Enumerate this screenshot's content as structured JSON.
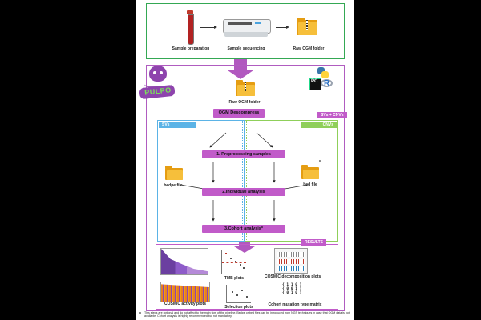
{
  "top_panel": {
    "sample_preparation": "Sample preparation",
    "sample_sequencing": "Sample sequencing",
    "raw_ogm_folder": "Raw OGM folder"
  },
  "logo": {
    "text": "PULPO"
  },
  "pipeline": {
    "raw_ogm_folder": "Raw OGM folder",
    "ogm_decompress": "OGM Descompress",
    "svs_cnvs_tag": "SVs + CNVs",
    "svs_tag": "SVs",
    "cnvs_tag": "CNVs",
    "step1": "1. Preprocessing samples",
    "step2": "2.Individual analysis",
    "step3": "3.Cohort analysis*",
    "bedpe_file": "bedpe file",
    "bed_file": "bed file",
    "bed_asterisk": "*"
  },
  "results": {
    "tag": "RESULTS",
    "tmb_plots": "TMB plots",
    "cosmic_decomposition_plots": "COSMIC decomposition plots",
    "cosmic_activity_plots": "COSMIC activity plots",
    "selection_plots": "Selection plots",
    "cohort_mutation_type_matrix": "Cohort mutation type matrix",
    "matrix_glyph": "{ 1 1 0 }\n{ 0 0 1 }\n{ 0 1 0 }"
  },
  "footnote": {
    "marker": "*",
    "text": "This steps are optional and do not affect to the main flow of the pipeline. Bedpe or bed files can be introduced from NGS techniques in case that OGM data is not available. Cohort analysis is highly recommended but not mandatory."
  },
  "colors": {
    "green_border": "#34a853",
    "purple_border": "#b05cc0",
    "purple_box": "#c15bc9",
    "svs_blue": "#5bb3e6",
    "cnvs_green": "#8fcf5a",
    "folder": "#f6bf3b"
  }
}
